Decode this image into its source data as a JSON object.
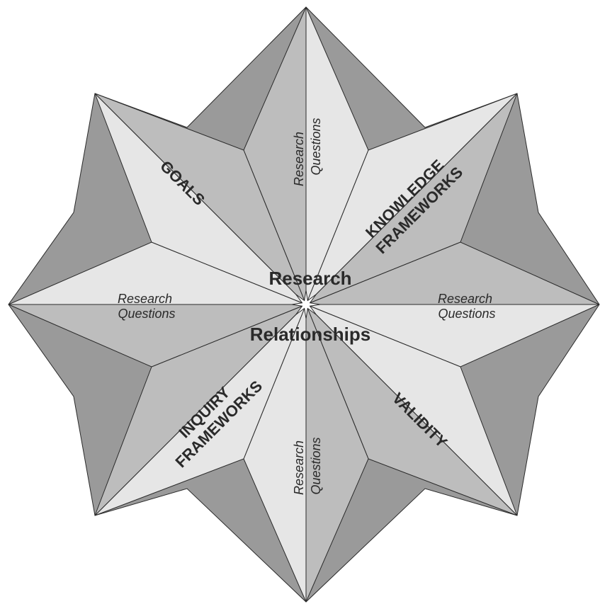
{
  "diagram": {
    "center_title_line1": "Research",
    "center_title_line2": "Relationships",
    "points": {
      "top": {
        "line1": "Research",
        "line2": "Questions"
      },
      "right": {
        "line1": "Research",
        "line2": "Questions"
      },
      "bottom": {
        "line1": "Research",
        "line2": "Questions"
      },
      "left": {
        "line1": "Research",
        "line2": "Questions"
      },
      "upper_left": {
        "line1": "GOALS"
      },
      "upper_right": {
        "line1": "KNOWLEDGE",
        "line2": "FRAMEWORKS"
      },
      "lower_right": {
        "line1": "VALIDITY"
      },
      "lower_left": {
        "line1": "INQUIRY",
        "line2": "FRAMEWORKS"
      }
    },
    "colors": {
      "dark_gray": "#9a9a9a",
      "mid_gray": "#bdbdbd",
      "light_gray": "#e6e6e6",
      "outline": "#2a2a2a",
      "center": "#ffffff"
    }
  }
}
